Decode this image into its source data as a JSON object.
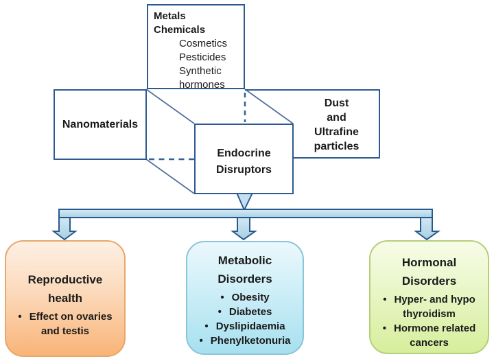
{
  "bullet_char": "•",
  "colors": {
    "box_line_blue": "#2e5a92",
    "diagonal_blue": "#51719f",
    "dashed_blue": "#35619b",
    "arrow_stroke": "#275a8c",
    "arrow_fill_top": "#d8ecf6",
    "arrow_fill_bottom": "#a9cfe3",
    "orange_border": "#e7a76b",
    "orange_fill_top": "#fdf0e4",
    "orange_fill_bottom": "#f9b478",
    "blue_border": "#8ac5d8",
    "blue_fill_top": "#ebf8fc",
    "blue_fill_bottom": "#a7e0f0",
    "green_border": "#b5cf78",
    "green_fill_top": "#f8fce8",
    "green_fill_bottom": "#d6ee9c",
    "text": "#1a1a1a"
  },
  "sources": {
    "chemicals_box": {
      "bold_lines": [
        "Metals",
        "Chemicals"
      ],
      "items": [
        "Cosmetics",
        "Pesticides",
        "Synthetic",
        "hormones"
      ]
    },
    "nanomaterials_box": {
      "label": "Nanomaterials"
    },
    "dust_box": {
      "lines": [
        "Dust",
        "and",
        "Ultrafine",
        "particles"
      ]
    }
  },
  "center_box": {
    "lines": [
      "Endocrine",
      "Disruptors"
    ]
  },
  "outcomes": {
    "reproductive": {
      "title_lines": [
        "Reproductive",
        "health"
      ],
      "bullets": [
        "Effect on ovaries and testis"
      ]
    },
    "metabolic": {
      "title_lines": [
        "Metabolic",
        "Disorders"
      ],
      "bullets": [
        "Obesity",
        "Diabetes",
        "Dyslipidaemia",
        "Phenylketonuria"
      ]
    },
    "hormonal": {
      "title_lines": [
        "Hormonal",
        "Disorders"
      ],
      "bullets": [
        "Hyper- and hypo thyroidism",
        "Hormone related cancers"
      ]
    }
  }
}
